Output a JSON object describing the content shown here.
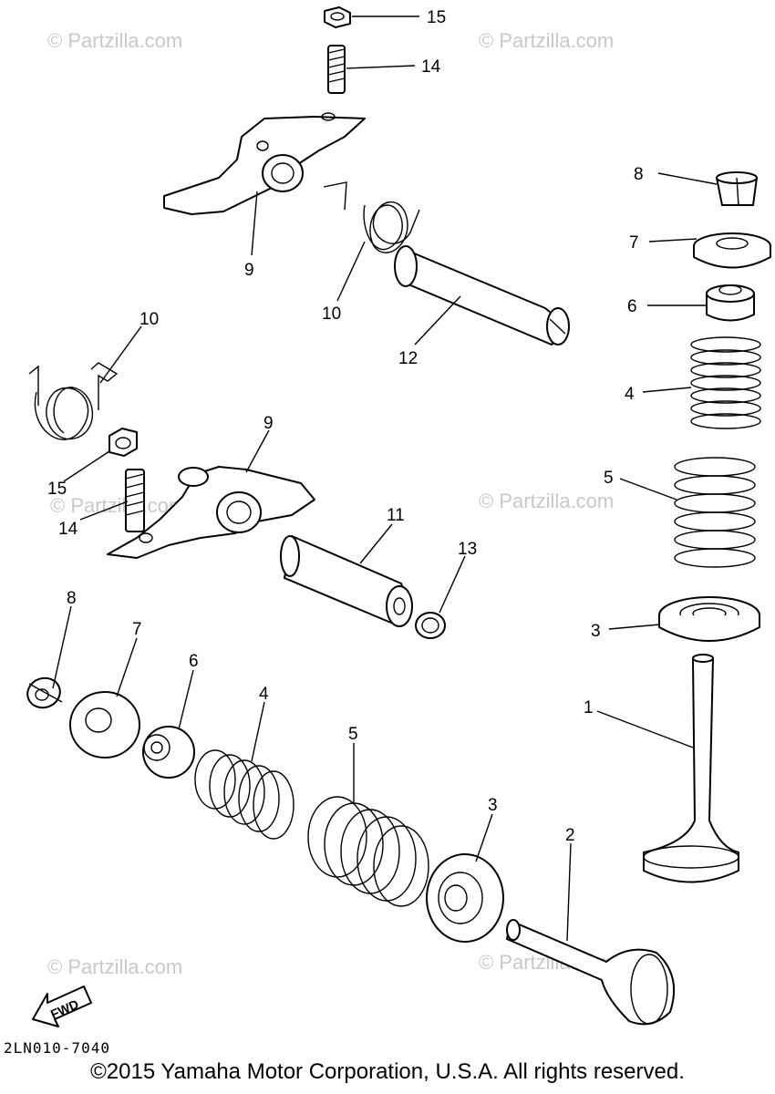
{
  "watermark": "© Partzilla.com",
  "diagram_code": "2LN010-7040",
  "copyright": "©2015 Yamaha Motor Corporation, U.S.A. All rights reserved.",
  "fwd_label": "FWD",
  "callouts": {
    "c15_top": "15",
    "c14_top": "14",
    "c9_top": "9",
    "c10_top": "10",
    "c12": "12",
    "c8_right": "8",
    "c7_right": "7",
    "c6_right": "6",
    "c4_right": "4",
    "c5_right": "5",
    "c3_right": "3",
    "c1": "1",
    "c10_left": "10",
    "c9_mid": "9",
    "c15_left": "15",
    "c14_left": "14",
    "c11": "11",
    "c13": "13",
    "c8_bottom": "8",
    "c7_bottom": "7",
    "c6_bottom": "6",
    "c4_bottom": "4",
    "c5_bottom": "5",
    "c3_bottom": "3",
    "c2": "2"
  }
}
